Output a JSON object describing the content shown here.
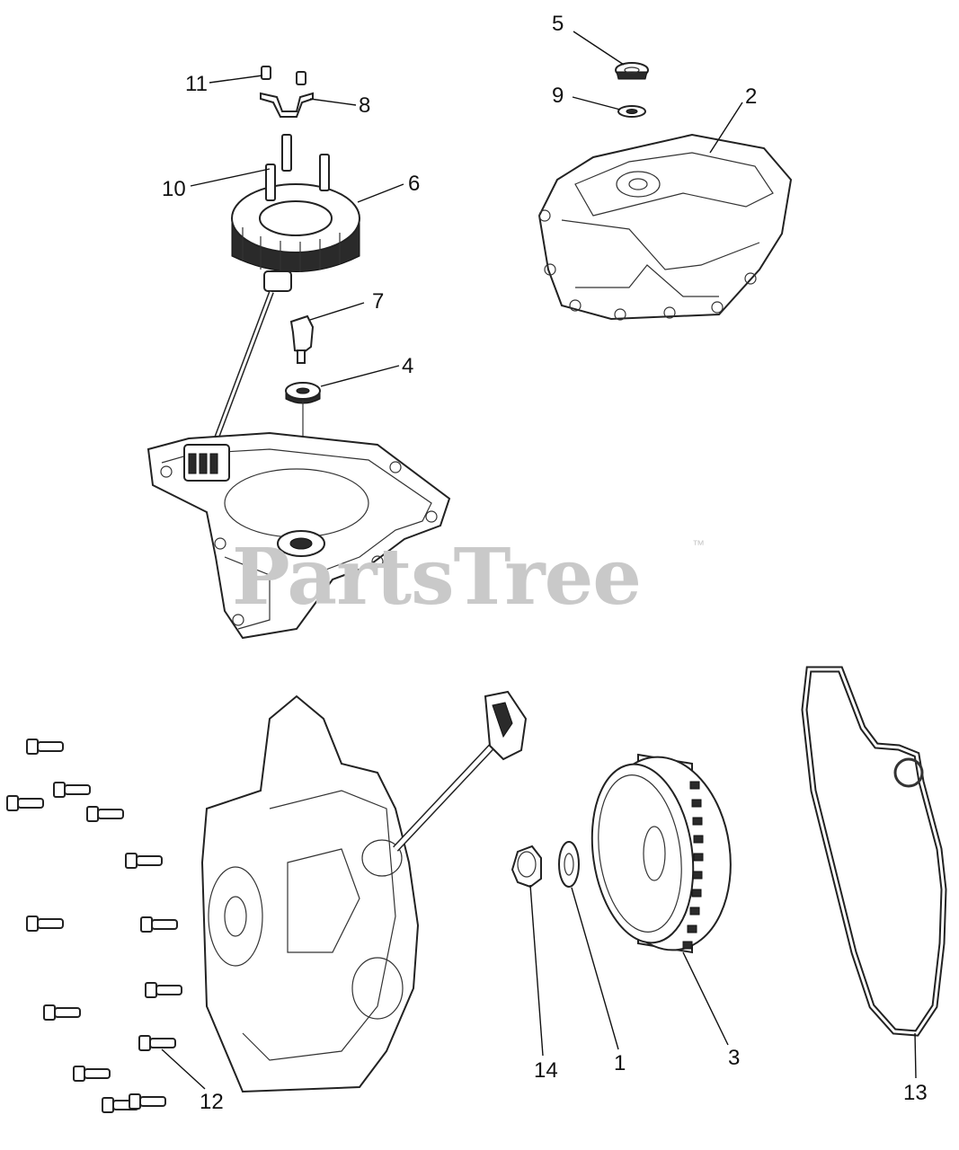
{
  "watermark": {
    "text": "PartsTree",
    "trademark": "™"
  },
  "callouts": [
    {
      "id": "c1",
      "number": "1"
    },
    {
      "id": "c2",
      "number": "2"
    },
    {
      "id": "c3",
      "number": "3"
    },
    {
      "id": "c4",
      "number": "4"
    },
    {
      "id": "c5",
      "number": "5"
    },
    {
      "id": "c6",
      "number": "6"
    },
    {
      "id": "c7",
      "number": "7"
    },
    {
      "id": "c8",
      "number": "8"
    },
    {
      "id": "c9",
      "number": "9"
    },
    {
      "id": "c10",
      "number": "10"
    },
    {
      "id": "c11",
      "number": "11"
    },
    {
      "id": "c12",
      "number": "12"
    },
    {
      "id": "c13",
      "number": "13"
    },
    {
      "id": "c14",
      "number": "14"
    }
  ]
}
